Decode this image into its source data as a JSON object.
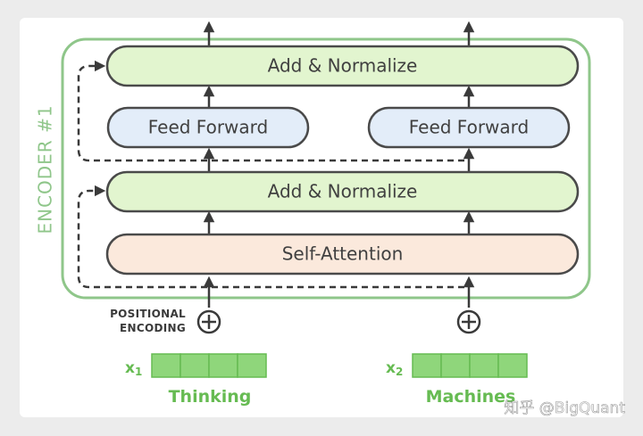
{
  "encoder_label": "ENCODER #1",
  "blocks": {
    "add_normalize_top": "Add & Normalize",
    "feed_forward_left": "Feed Forward",
    "feed_forward_right": "Feed Forward",
    "add_normalize_bottom": "Add & Normalize",
    "self_attention": "Self-Attention"
  },
  "positional": {
    "line1": "POSITIONAL",
    "line2": "ENCODING"
  },
  "inputs": [
    {
      "symbol": "x",
      "subscript": "1",
      "word": "Thinking"
    },
    {
      "symbol": "x",
      "subscript": "2",
      "word": "Machines"
    }
  ],
  "watermark": "知乎 @BigQuant",
  "colors": {
    "green_fill": "#e2f5cf",
    "blue_fill": "#e3edf9",
    "orange_fill": "#fbe9dc",
    "outline": "#4a4a4a",
    "encoder_border": "#8fc68a",
    "vector_green": "#8fd67b"
  },
  "icons": [
    "plus-circle-icon",
    "arrow-up-icon"
  ]
}
